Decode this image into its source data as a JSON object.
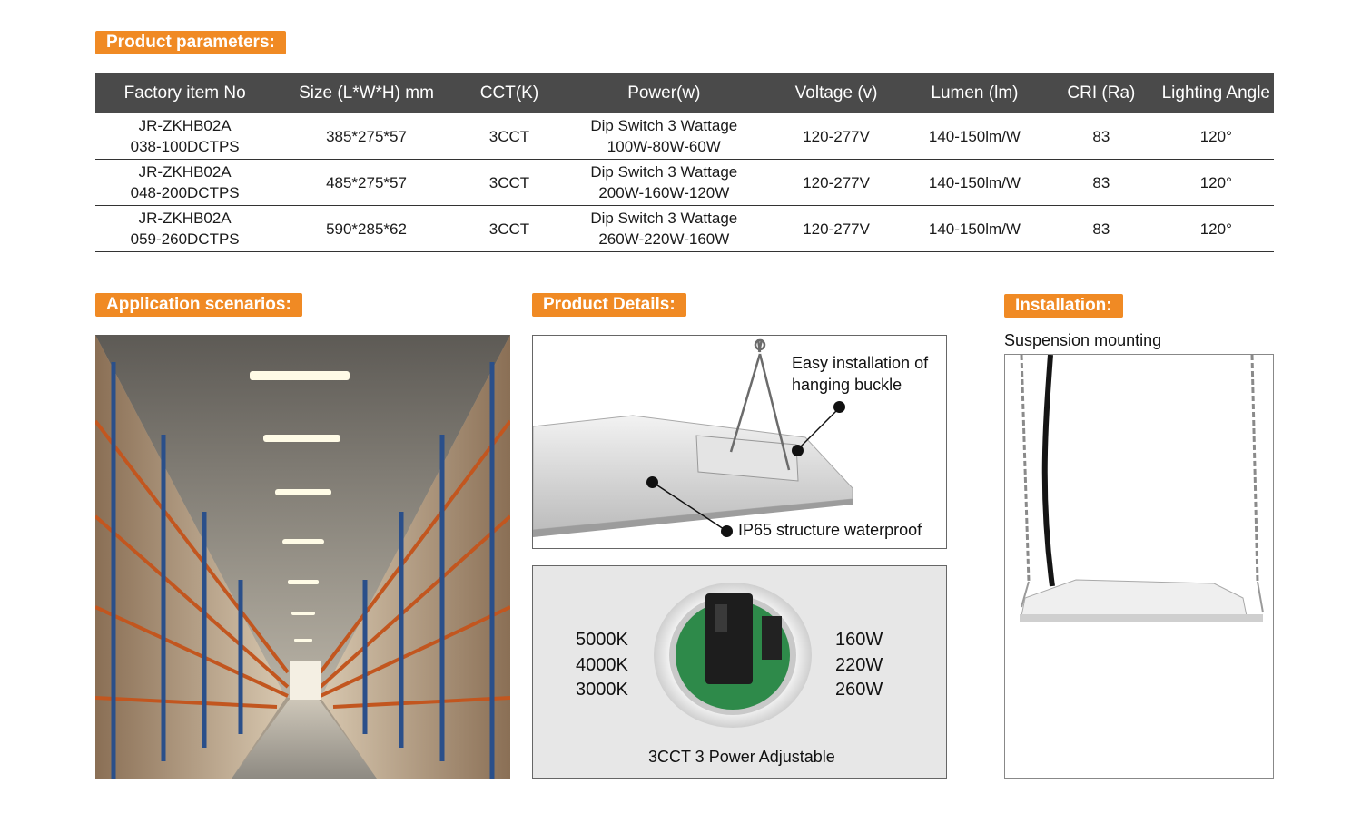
{
  "sections": {
    "product_parameters": "Product parameters:",
    "application_scenarios": "Application scenarios:",
    "product_details": "Product Details:",
    "installation": "Installation:"
  },
  "table": {
    "headers": [
      "Factory item No",
      "Size (L*W*H) mm",
      "CCT(K)",
      "Power(w)",
      "Voltage (v)",
      "Lumen (lm)",
      "CRI (Ra)",
      "Lighting Angle"
    ],
    "rows": [
      {
        "item_line1": "JR-ZKHB02A",
        "item_line2": "038-100DCTPS",
        "size": "385*275*57",
        "cct": "3CCT",
        "power_line1": "Dip Switch 3 Wattage",
        "power_line2": "100W-80W-60W",
        "voltage": "120-277V",
        "lumen": "140-150lm/W",
        "cri": "83",
        "angle": "120°"
      },
      {
        "item_line1": "JR-ZKHB02A",
        "item_line2": "048-200DCTPS",
        "size": "485*275*57",
        "cct": "3CCT",
        "power_line1": "Dip Switch 3 Wattage",
        "power_line2": "200W-160W-120W",
        "voltage": "120-277V",
        "lumen": "140-150lm/W",
        "cri": "83",
        "angle": "120°"
      },
      {
        "item_line1": "JR-ZKHB02A",
        "item_line2": "059-260DCTPS",
        "size": "590*285*62",
        "cct": "3CCT",
        "power_line1": "Dip Switch 3 Wattage",
        "power_line2": "260W-220W-160W",
        "voltage": "120-277V",
        "lumen": "140-150lm/W",
        "cri": "83",
        "angle": "120°"
      }
    ]
  },
  "details": {
    "buckle_line1": "Easy installation of",
    "buckle_line2": "hanging buckle",
    "waterproof": "IP65 structure waterproof",
    "cct_values": [
      "5000K",
      "4000K",
      "3000K"
    ],
    "power_values": [
      "160W",
      "220W",
      "260W"
    ],
    "adjustable": "3CCT 3 Power Adjustable"
  },
  "installation": {
    "caption": "Suspension mounting"
  }
}
